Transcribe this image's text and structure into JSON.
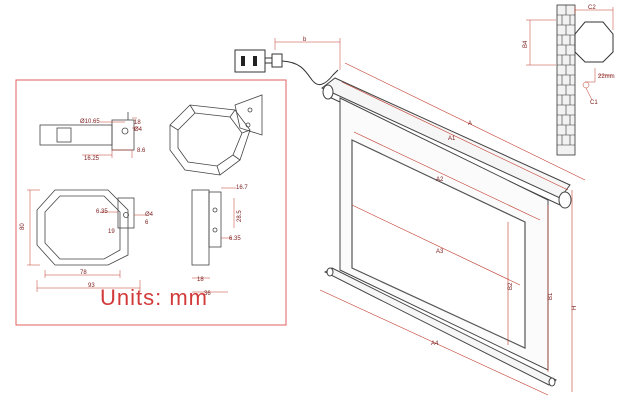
{
  "diagram": {
    "units_label": "Units: mm",
    "top_bracket": {
      "hole_diameter": "Ø10.65",
      "d18": "18",
      "d4": "Ø4",
      "d1625": "16.25",
      "d86": "8.6"
    },
    "octagon_bracket": {
      "d635": "6.35",
      "d4": "Ø4",
      "d6": "6",
      "d19": "19",
      "height": "80",
      "inner_width": "78",
      "outer_width": "93"
    },
    "side_bracket": {
      "d167": "16.7",
      "d285": "28.5",
      "d635": "6.35",
      "d18": "18",
      "d36": "36"
    },
    "wall_detail": {
      "c2": "C2",
      "b4": "B4",
      "d22": "22mm",
      "c1": "C1"
    },
    "screen": {
      "b": "b",
      "overall": "A",
      "a1": "A1",
      "a2": "A2",
      "a3": "A3",
      "a4": "A4",
      "h": "H",
      "b1": "B1",
      "b2": "B2"
    }
  }
}
